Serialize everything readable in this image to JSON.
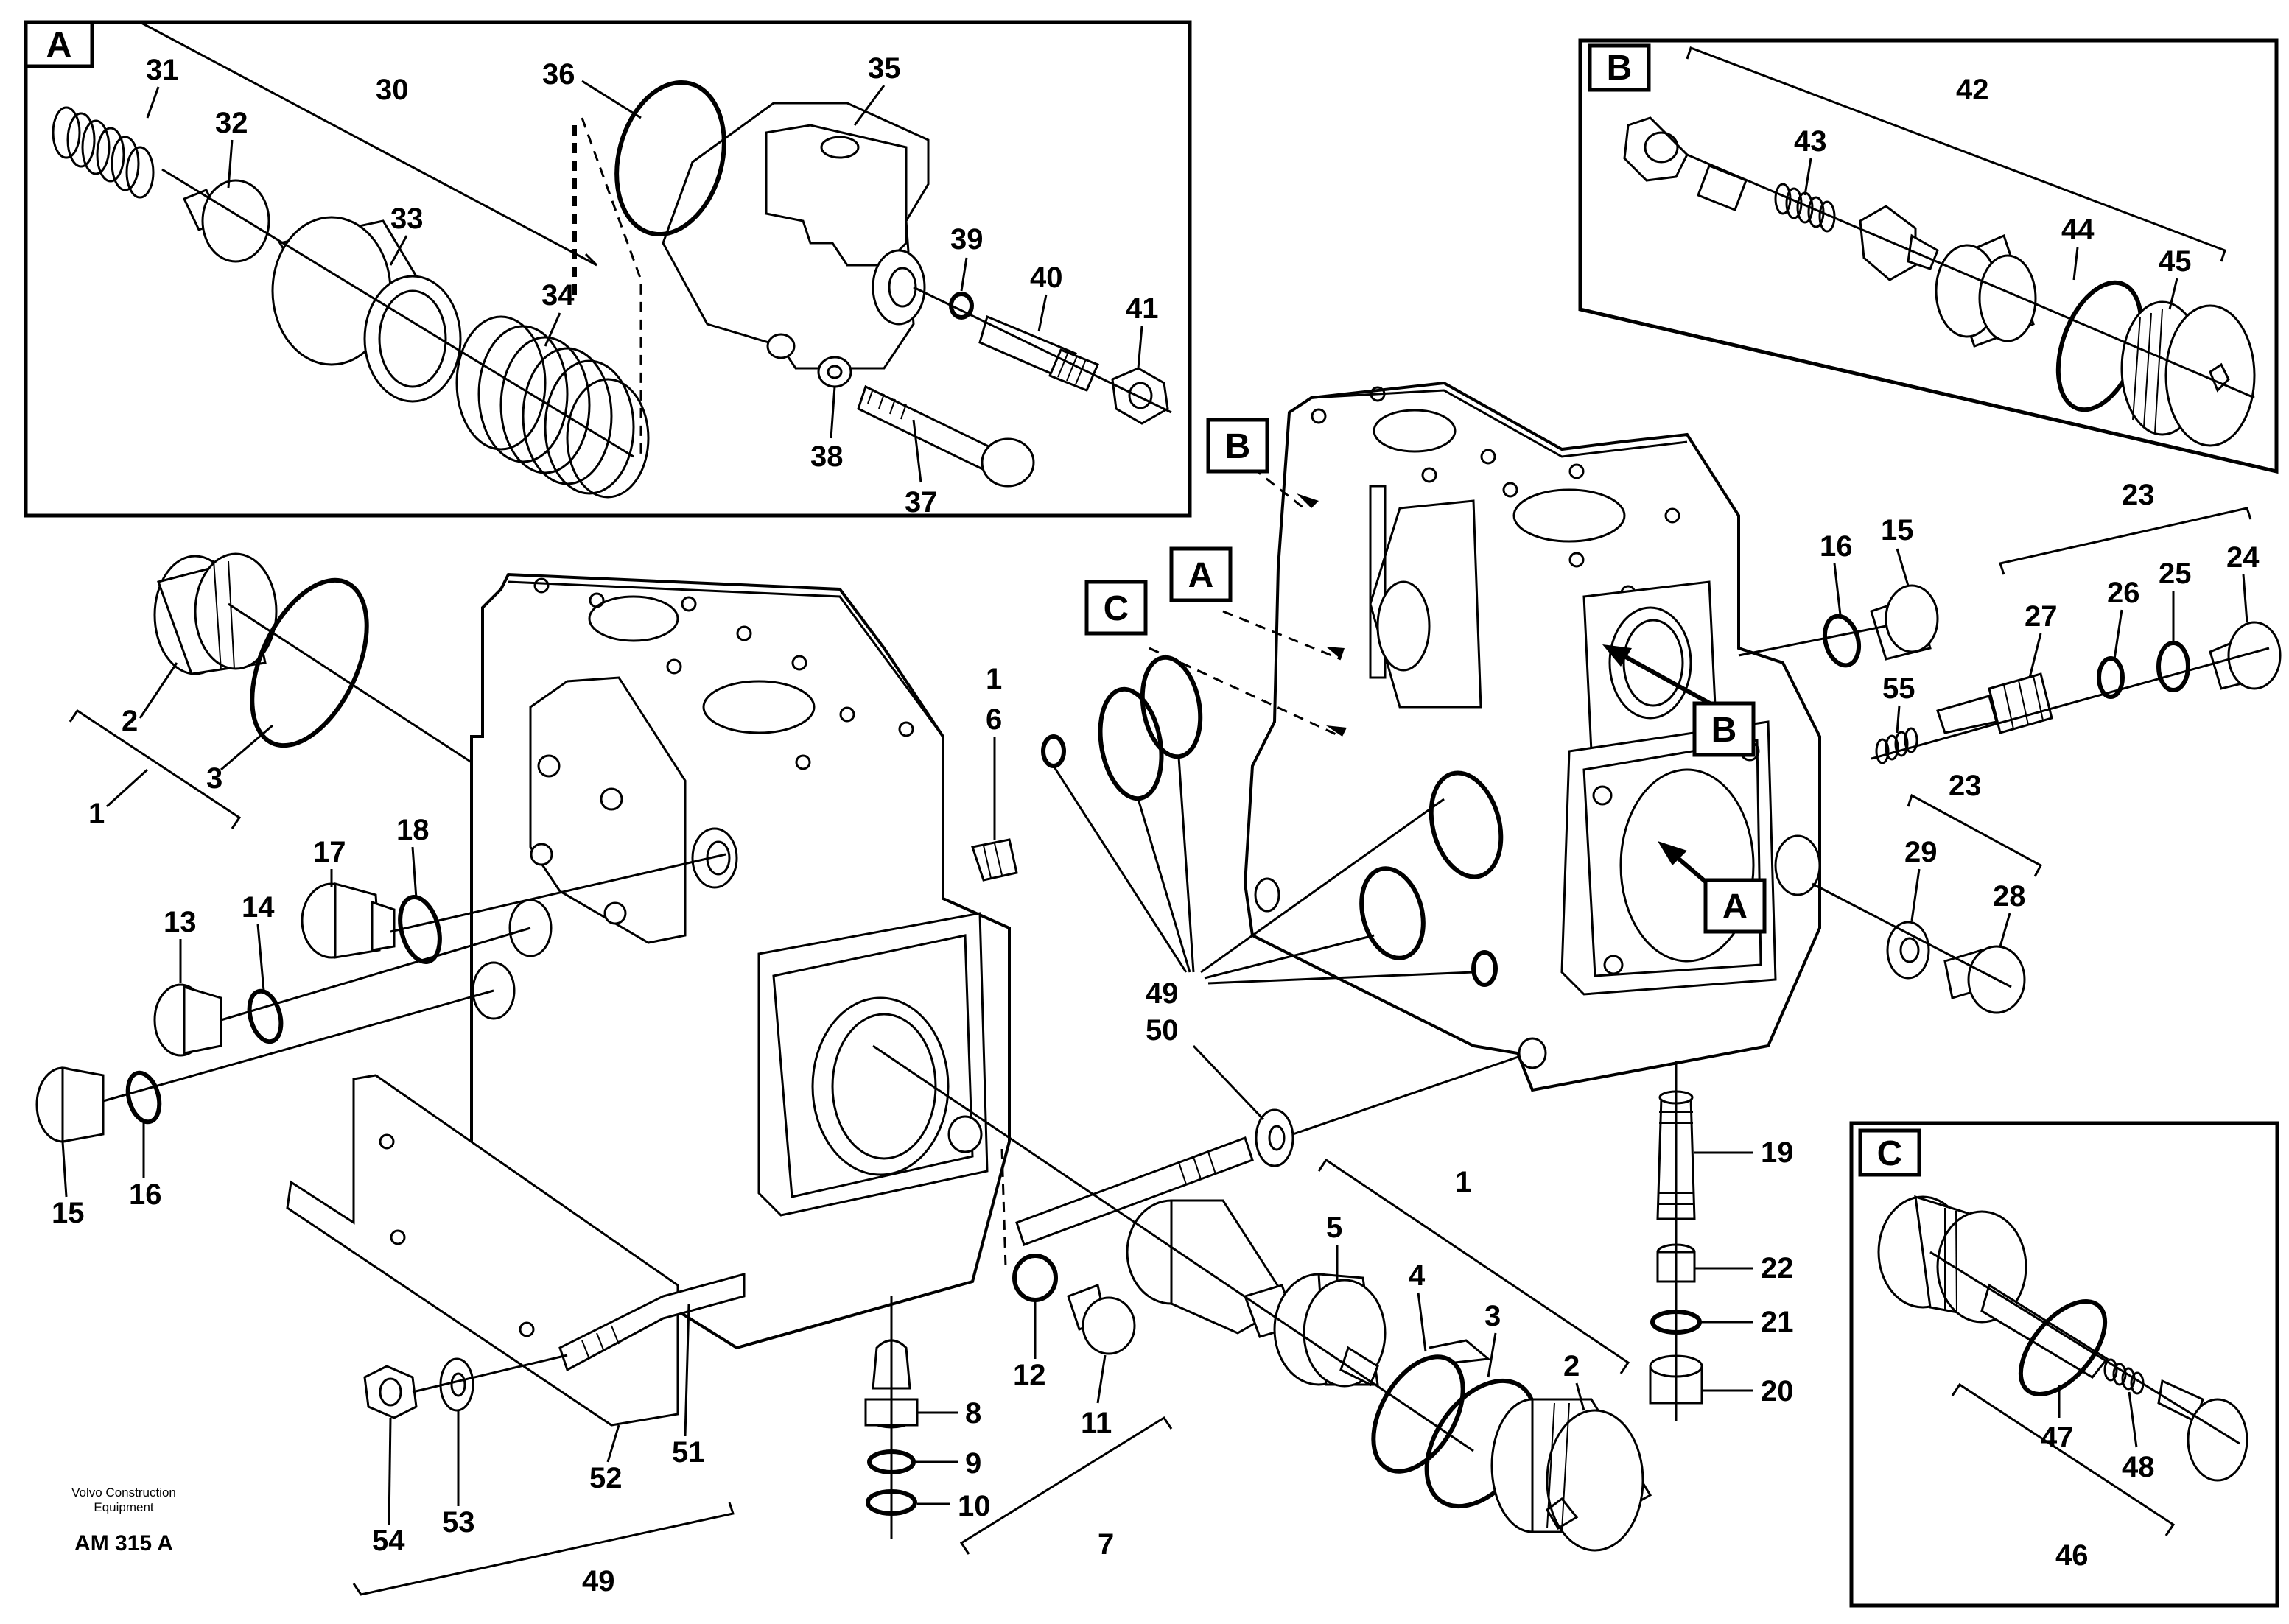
{
  "insets": [
    {
      "letter": "A"
    },
    {
      "letter": "B"
    },
    {
      "letter": "C"
    }
  ],
  "callout_boxes": {
    "b_top": "B",
    "a_mid": "A",
    "c_mid": "C",
    "b_port": "B",
    "a_port": "A"
  },
  "credit": {
    "line1": "Volvo Construction",
    "line2": "Equipment",
    "code": "AM 315 A"
  },
  "labels": {
    "l31": "31",
    "l30": "30",
    "l32": "32",
    "l33": "33",
    "l34": "34",
    "l36": "36",
    "l35": "35",
    "l39": "39",
    "l40": "40",
    "l41": "41",
    "l38": "38",
    "l37": "37",
    "l42": "42",
    "l43": "43",
    "l44": "44",
    "l45": "45",
    "l23a": "23",
    "l16a": "16",
    "l15a": "15",
    "l27": "27",
    "l26": "26",
    "l25": "25",
    "l24": "24",
    "l55": "55",
    "l23b": "23",
    "l29": "29",
    "l28": "28",
    "l2a": "2",
    "l3a": "3",
    "l1a": "1",
    "l1b": "1",
    "l6": "6",
    "l17": "17",
    "l18": "18",
    "l13": "13",
    "l14": "14",
    "l15b": "15",
    "l16b": "16",
    "l49a": "49",
    "l50": "50",
    "l19": "19",
    "l22": "22",
    "l21": "21",
    "l20": "20",
    "l1c": "1",
    "l5": "5",
    "l4": "4",
    "l3b": "3",
    "l2b": "2",
    "l12": "12",
    "l11": "11",
    "l8": "8",
    "l9": "9",
    "l10": "10",
    "l7": "7",
    "l52": "52",
    "l51": "51",
    "l54": "54",
    "l53": "53",
    "l49b": "49",
    "l47": "47",
    "l48": "48",
    "l46": "46"
  }
}
